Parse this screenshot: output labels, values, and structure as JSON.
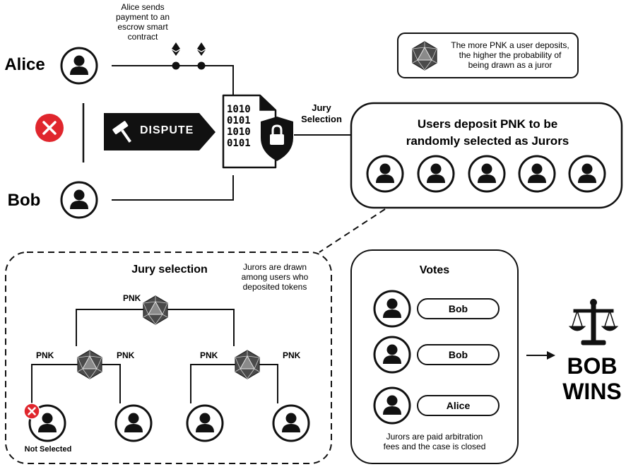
{
  "parties": {
    "alice": "Alice",
    "bob": "Bob"
  },
  "escrow_note": [
    "Alice sends",
    "payment to an",
    "escrow smart",
    "contract"
  ],
  "dispute_label": "DISPUTE",
  "contract_bits": [
    "1010",
    "0101",
    "1010",
    "0101"
  ],
  "jury_selection_arrow": [
    "Jury",
    "Selection"
  ],
  "pnk_info": [
    "The more PNK a user deposits,",
    "the higher the probability of",
    "being drawn as a juror"
  ],
  "pool": {
    "title": [
      "Users deposit PNK to be",
      "randomly selected as Jurors"
    ]
  },
  "jury_tree": {
    "title": "Jury selection",
    "note": [
      "Jurors are drawn",
      "among users who",
      "deposited tokens"
    ],
    "token_label": "PNK",
    "not_selected": "Not Selected"
  },
  "votes": {
    "title": "Votes",
    "ballots": [
      "Bob",
      "Bob",
      "Alice"
    ],
    "footer": [
      "Jurors are paid arbitration",
      "fees and the case is closed"
    ]
  },
  "result": [
    "BOB",
    "WINS"
  ],
  "colors": {
    "black": "#111111",
    "reject_red": "#e0262d",
    "token_gray": "#5a5a5a"
  },
  "icons": [
    "user-icon",
    "ethereum-icon",
    "gavel-icon",
    "lock-shield-icon",
    "pnk-token-icon",
    "close-icon",
    "scales-icon",
    "arrow-right-icon"
  ]
}
